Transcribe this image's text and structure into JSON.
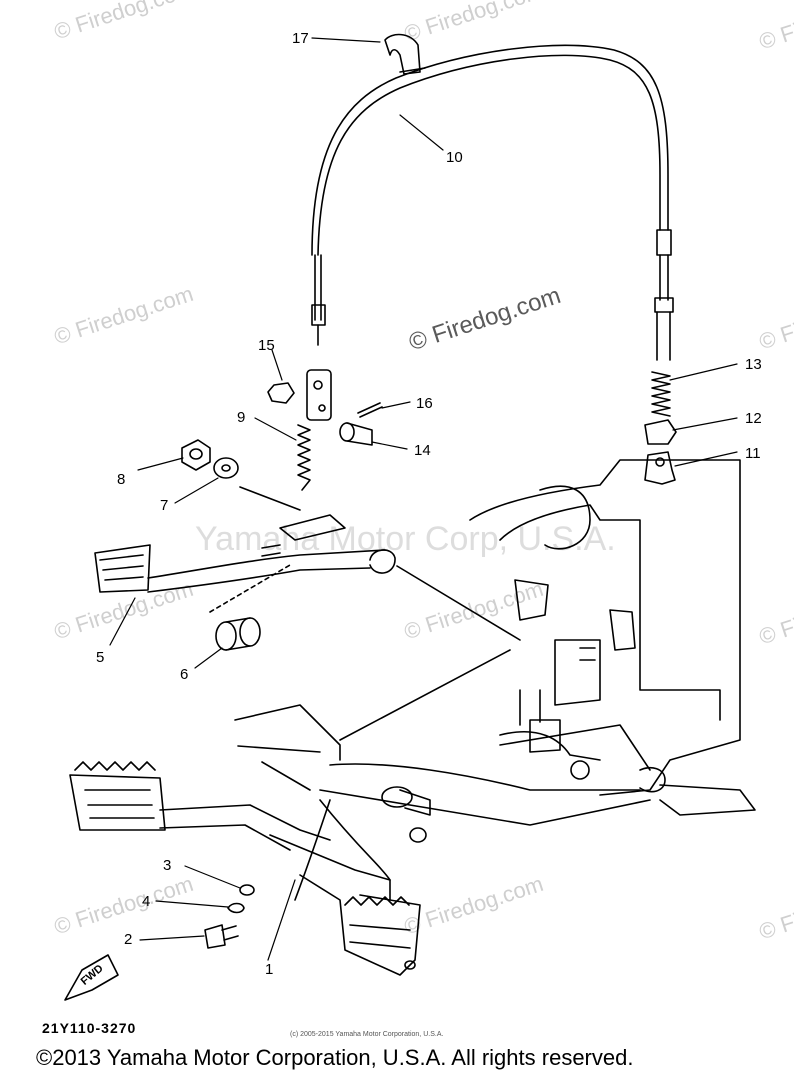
{
  "watermarks": {
    "corner": "© Firedog.com",
    "main": "© Firedog.com",
    "center": "Yamaha Motor Corp, U.S.A."
  },
  "callouts": [
    "17",
    "10",
    "15",
    "16",
    "9",
    "14",
    "8",
    "7",
    "13",
    "12",
    "11",
    "5",
    "6",
    "3",
    "4",
    "2",
    "1"
  ],
  "part_code": "21Y110-3270",
  "small_copyright": "(c) 2005-2015 Yamaha Motor Corporation, U.S.A.",
  "copyright": "©2013 Yamaha Motor Corporation, U.S.A. All rights reserved.",
  "fwd_label": "FWD"
}
